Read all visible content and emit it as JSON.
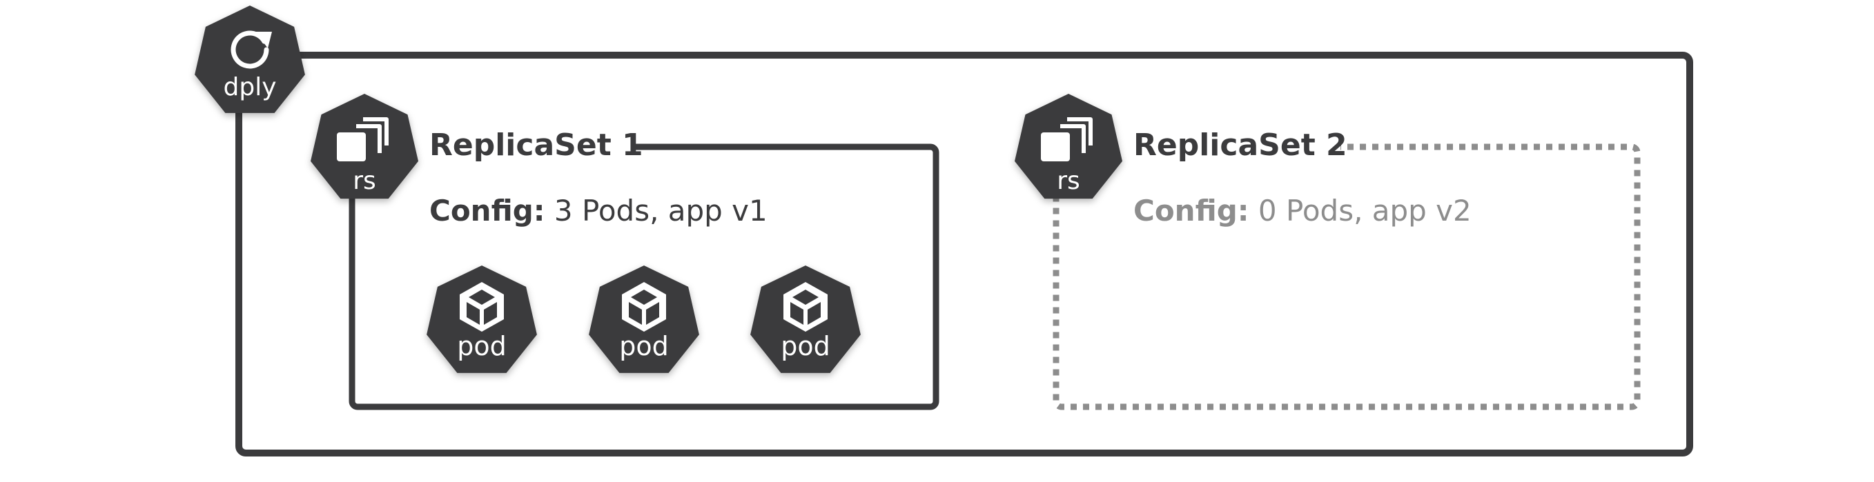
{
  "colors": {
    "dark": "#3b3b3d",
    "muted": "#8d8d8d",
    "background": "#ffffff",
    "icon_fill": "#ffffff"
  },
  "deployment": {
    "icon_label": "dply",
    "icon": "refresh-icon"
  },
  "replicaset_1": {
    "icon_label": "rs",
    "icon": "stacked-squares-icon",
    "title": "ReplicaSet 1",
    "config_label": "Config:",
    "config_value": " 3 Pods, app v1",
    "border_style": "solid",
    "pods": [
      {
        "label": "pod",
        "icon": "cube-icon"
      },
      {
        "label": "pod",
        "icon": "cube-icon"
      },
      {
        "label": "pod",
        "icon": "cube-icon"
      }
    ]
  },
  "replicaset_2": {
    "icon_label": "rs",
    "icon": "stacked-squares-icon",
    "title": "ReplicaSet 2",
    "config_label": "Config:",
    "config_value": " 0 Pods, app v2",
    "border_style": "dotted",
    "pods": []
  }
}
